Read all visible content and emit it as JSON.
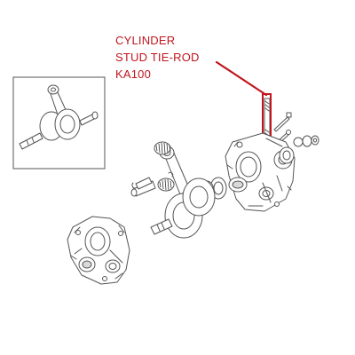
{
  "callout": {
    "lines": [
      "CYLINDER",
      "STUD TIE-ROD",
      "KA100"
    ],
    "color": "#c0161e"
  }
}
